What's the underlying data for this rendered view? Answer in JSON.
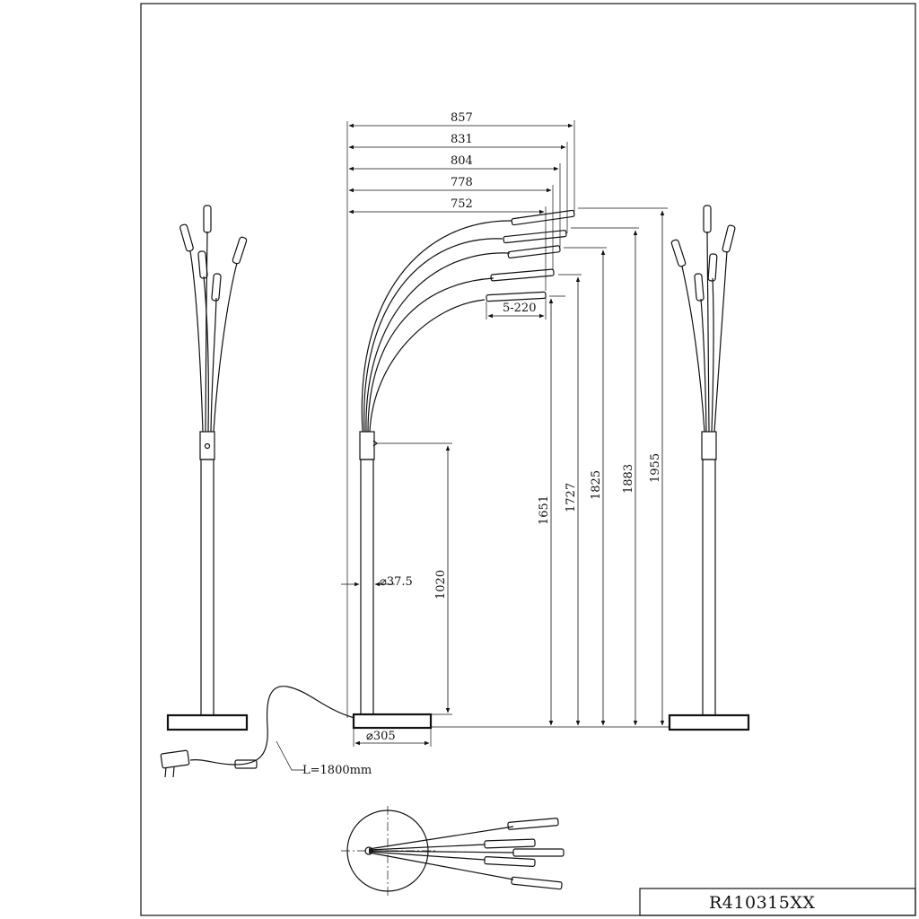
{
  "model_code": "R410315XX",
  "dimensions": {
    "widths": [
      "857",
      "831",
      "804",
      "778",
      "752"
    ],
    "heights": [
      "1651",
      "1727",
      "1825",
      "1883",
      "1955"
    ],
    "head_length": "5-220",
    "pole_height": "1020",
    "pole_diameter": "⌀37.5",
    "base_diameter": "⌀305",
    "cable_length": "L=1800mm"
  }
}
